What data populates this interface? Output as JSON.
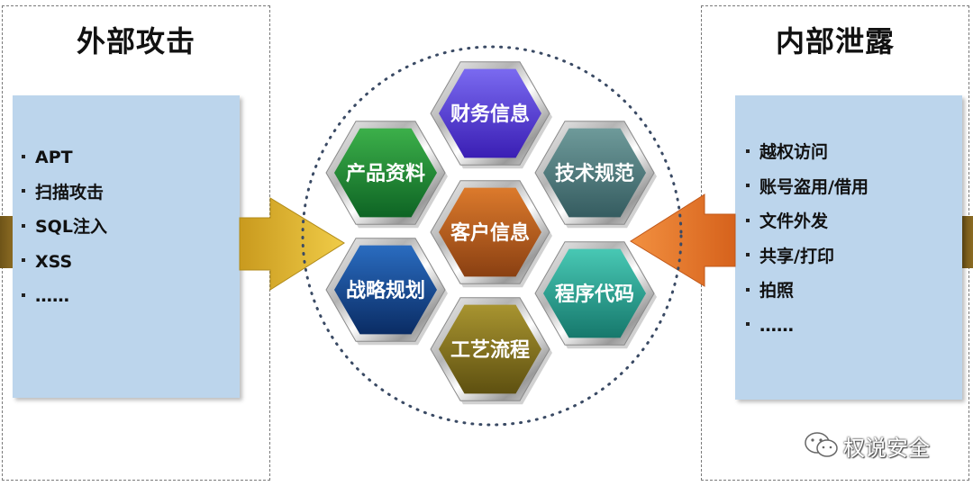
{
  "left_panel": {
    "title": "外部攻击",
    "items": [
      "APT",
      "扫描攻击",
      "SQL注入",
      "XSS",
      "……"
    ]
  },
  "right_panel": {
    "title": "内部泄露",
    "items": [
      "越权访问",
      "账号盗用/借用",
      "文件外发",
      "共享/打印",
      "拍照",
      "……"
    ]
  },
  "hexagons": {
    "top": "财务信息",
    "upper_left": "产品资料",
    "upper_right": "技术规范",
    "center": "客户信息",
    "lower_left": "战略规划",
    "lower_right": "程序代码",
    "bottom": "工艺流程"
  },
  "colors": {
    "left_arrow": "#e0b830",
    "right_arrow": "#e8782a",
    "list_box": "#bcd5ec",
    "hex_top": "#5a3fd0",
    "hex_upper_left": "#1e8a32",
    "hex_upper_right": "#4f7f7f",
    "hex_center": "#c0601e",
    "hex_lower_left": "#14448a",
    "hex_lower_right": "#2aa090",
    "hex_bottom": "#8a7a22"
  },
  "watermark": {
    "text": "权说安全",
    "icon": "wechat-icon"
  }
}
